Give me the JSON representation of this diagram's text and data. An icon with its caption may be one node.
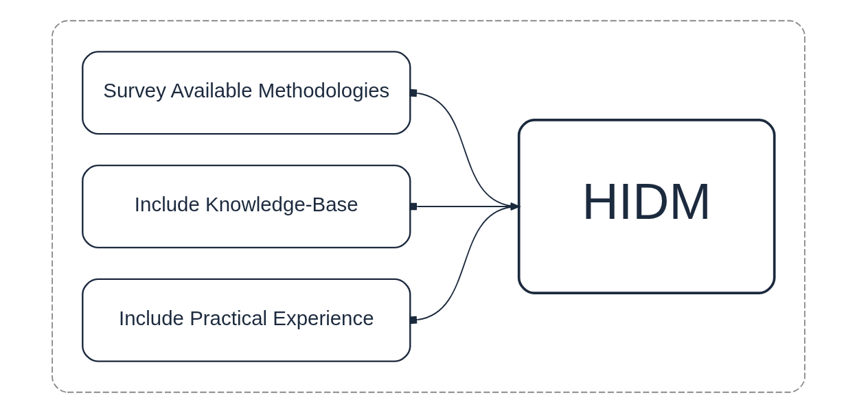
{
  "diagram": {
    "nodes": [
      {
        "text": [],
        "shape": "box"
      },
      {
        "text": [
          "Survey Available Methodologies"
        ],
        "in": 0
      },
      {
        "text": [
          "Include Knowledge-Base"
        ],
        "in": 0
      },
      {
        "text": [
          "Include Practical Experience"
        ],
        "in": 0
      },
      {
        "text": [
          "HIDM"
        ],
        "in": 0
      }
    ],
    "edges": [
      {
        "from": 1,
        "to": 4,
        "arrow": "to"
      },
      {
        "from": 2,
        "to": 4,
        "arrow": "to"
      },
      {
        "from": 3,
        "to": 4,
        "arrow": "to"
      }
    ]
  }
}
